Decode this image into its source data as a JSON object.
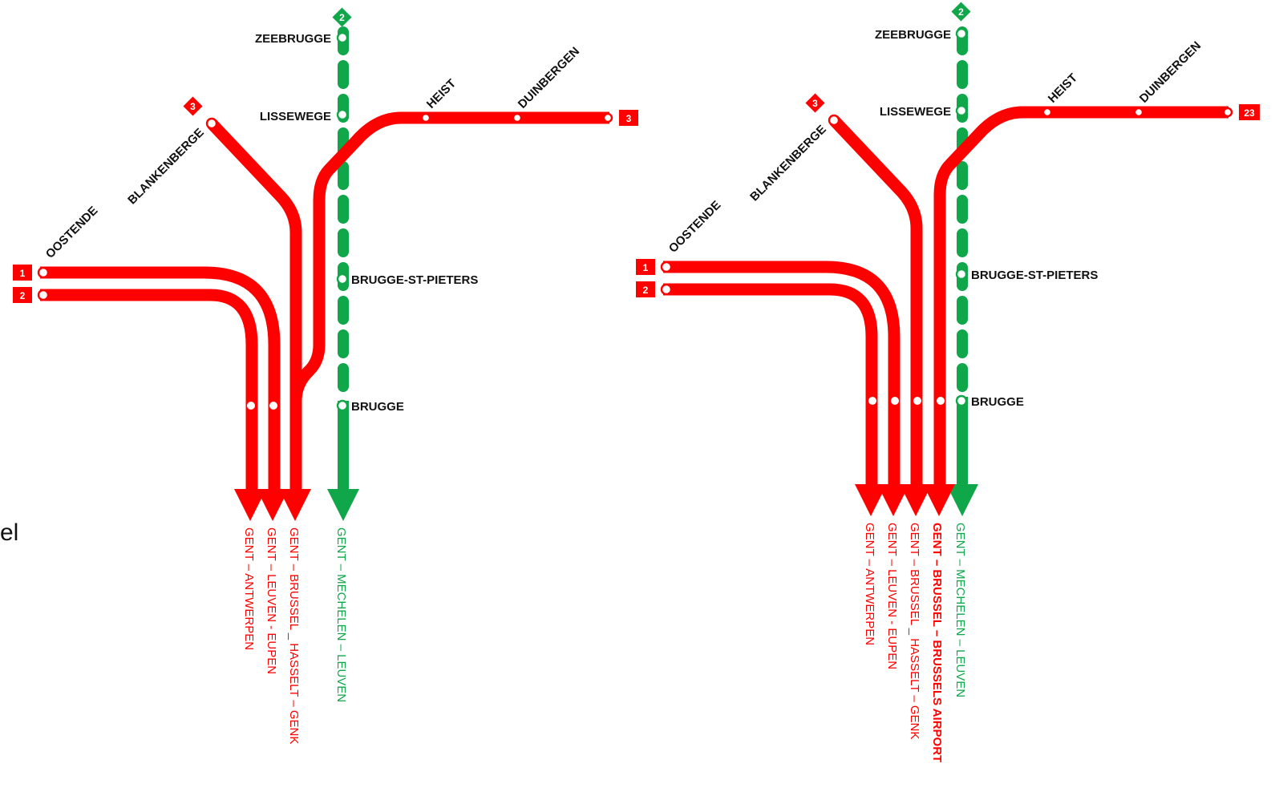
{
  "colors": {
    "red": "#ff0000",
    "green": "#10a64a",
    "label": "#111111",
    "background": "#ffffff"
  },
  "clipped_text": "el",
  "diagrams": [
    {
      "stations": {
        "zeebrugge": "ZEEBRUGGE",
        "lissewege": "LISSEWEGE",
        "heist": "HEIST",
        "duinbergen": "DUINBERGEN",
        "blankenberge": "BLANKENBERGE",
        "oostende": "OOSTENDE",
        "brugge_st_pieters": "BRUGGE-ST-PIETERS",
        "brugge": "BRUGGE"
      },
      "badges": {
        "green_top": "2",
        "blankenberge": "3",
        "knokke_end": "3",
        "oostende_1": "1",
        "oostende_2": "2"
      },
      "destinations": {
        "d1": "GENT – ANTWERPEN",
        "d2": "GENT – LEUVEN - EUPEN",
        "d3": "GENT – BRUSSEL _ HASSELT – GENK",
        "green": "GENT – MECHELEN – LEUVEN"
      }
    },
    {
      "stations": {
        "zeebrugge": "ZEEBRUGGE",
        "lissewege": "LISSEWEGE",
        "heist": "HEIST",
        "duinbergen": "DUINBERGEN",
        "blankenberge": "BLANKENBERGE",
        "oostende": "OOSTENDE",
        "brugge_st_pieters": "BRUGGE-ST-PIETERS",
        "brugge": "BRUGGE"
      },
      "badges": {
        "green_top": "2",
        "blankenberge": "3",
        "knokke_end": "23",
        "oostende_1": "1",
        "oostende_2": "2"
      },
      "destinations": {
        "d1": "GENT – ANTWERPEN",
        "d2": "GENT – LEUVEN - EUPEN",
        "d3": "GENT – BRUSSEL _ HASSELT – GENK",
        "d4": "GENT – BRUSSEL – BRUSSELS AIRPORT",
        "green": "GENT – MECHELEN – LEUVEN"
      }
    }
  ]
}
